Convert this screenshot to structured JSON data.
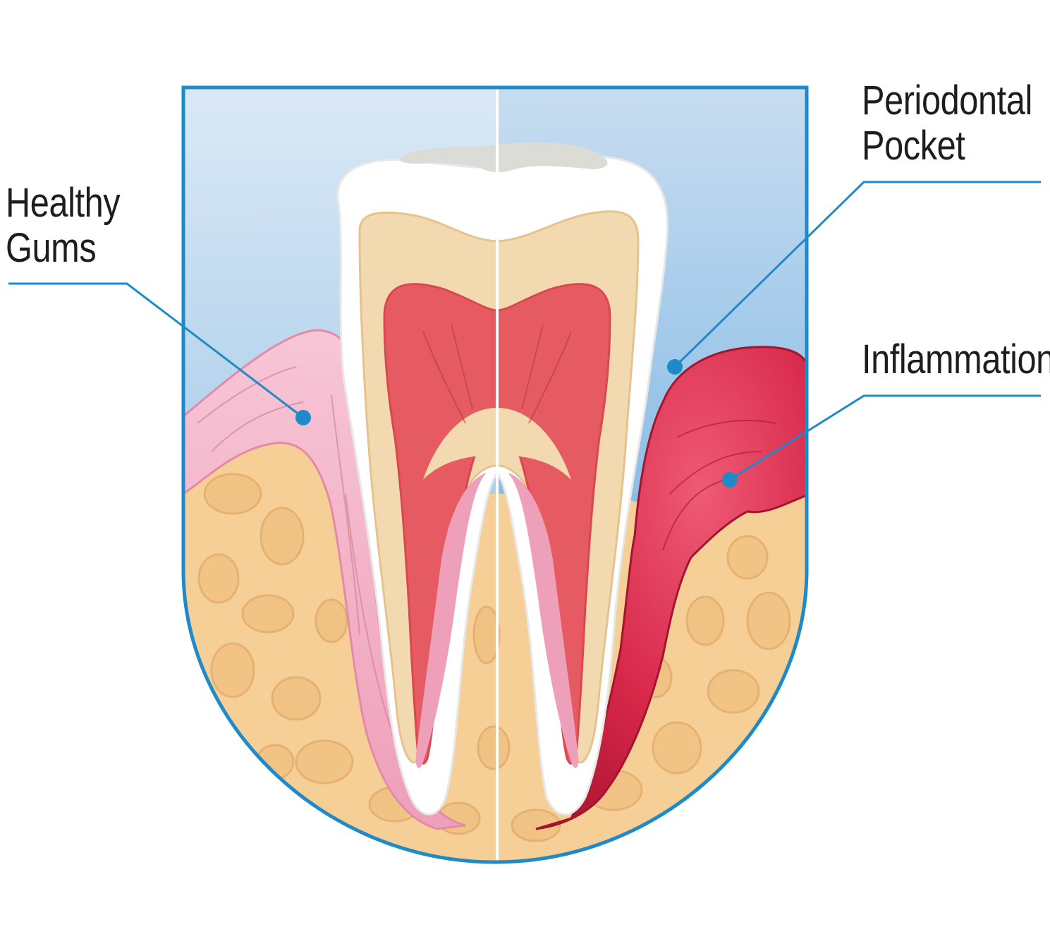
{
  "labels": {
    "healthy_gums": [
      "Healthy",
      "Gums"
    ],
    "periodontal_pocket": [
      "Periodontal",
      "Pocket"
    ],
    "inflammation": [
      "Inflammation"
    ]
  },
  "colors": {
    "frame": "#1f8ac9",
    "leader_line": "#1f8ac9",
    "healthy_gum": "#f2b3c8",
    "inflamed_gum": "#d8284a",
    "bone": "#f6cf96",
    "enamel": "#ffffff",
    "dentin": "#f3d9b0",
    "pulp": "#e2555c"
  }
}
